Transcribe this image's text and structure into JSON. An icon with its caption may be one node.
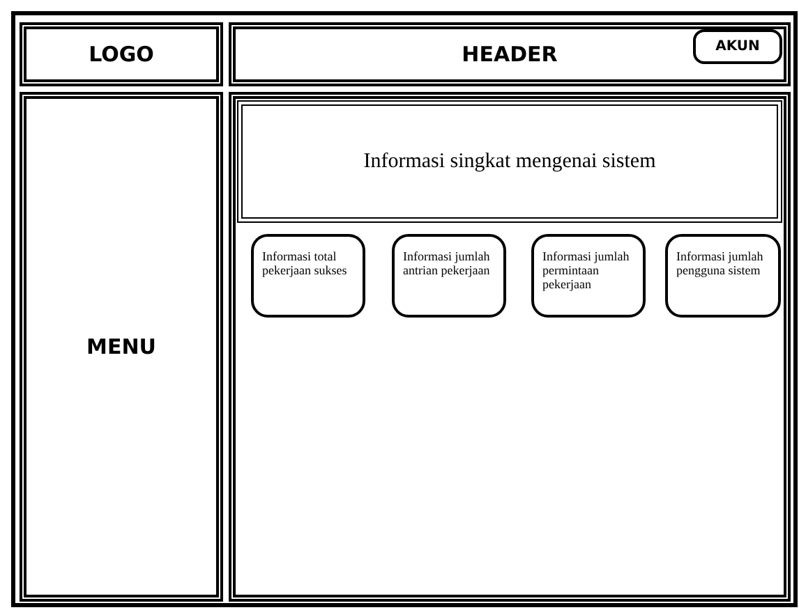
{
  "diagram": {
    "nodes": [
      {
        "text": [],
        "shape": "box"
      },
      {
        "text": [
          "LOGO"
        ],
        "in": 0
      },
      {
        "text": [
          "HEADER"
        ],
        "in": 0
      },
      {
        "text": [
          "AKUN"
        ],
        "in": 2
      },
      {
        "text": [
          "MENU"
        ],
        "in": 0
      },
      {
        "text": [],
        "shape": "box",
        "in": 0
      },
      {
        "text": [
          "Informasi singkat mengenai sistem"
        ],
        "in": 5
      },
      {
        "text": [
          "Informasi total pekerjaan sukses"
        ],
        "in": 5
      },
      {
        "text": [
          "Informasi jumlah antrian pekerjaan"
        ],
        "in": 5
      },
      {
        "text": [
          "Informasi jumlah permintaan pekerjaan"
        ],
        "in": 5
      },
      {
        "text": [
          "Informasi jumlah pengguna sistem"
        ],
        "in": 5
      }
    ]
  }
}
